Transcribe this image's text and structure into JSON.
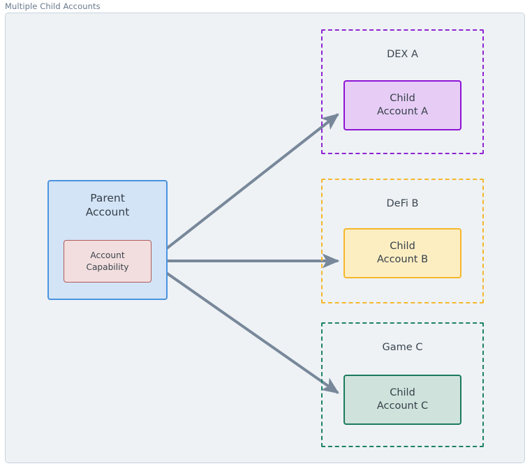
{
  "frame": {
    "title": "Multiple Child Accounts",
    "background": "#eef2f5",
    "border_color": "#c9d4de"
  },
  "nodes": {
    "parent_account": {
      "line1": "Parent",
      "line2": "Account",
      "fill": "#d3e4f7",
      "stroke": "#4a93e0"
    },
    "account_capability": {
      "line1": "Account",
      "line2": "Capability",
      "fill": "#f2dede",
      "stroke": "#b05a5a"
    },
    "child_account_a": {
      "line1": "Child",
      "line2": "Account A",
      "fill": "#e7cdf6",
      "stroke": "#8e14d4"
    },
    "child_account_b": {
      "line1": "Child",
      "line2": "Account B",
      "fill": "#fdeec2",
      "stroke": "#f5b72b"
    },
    "child_account_c": {
      "line1": "Child",
      "line2": "Account C",
      "fill": "#cfe2db",
      "stroke": "#1b7a5d"
    }
  },
  "groups": [
    {
      "id": "dex-a",
      "label": "DEX A",
      "border_color": "#8e24d1",
      "border_style": "dashed"
    },
    {
      "id": "defi-b",
      "label": "DeFi B",
      "border_color": "#f4b82e",
      "border_style": "dashed"
    },
    {
      "id": "game-c",
      "label": "Game C",
      "border_color": "#1d8264",
      "border_style": "dashed"
    }
  ],
  "edges": [
    {
      "id": "edge-capability-to-child-a",
      "from": "account_capability",
      "to": "child_account_a",
      "label": "",
      "color": "#78889a"
    },
    {
      "id": "edge-capability-to-child-b",
      "from": "account_capability",
      "to": "child_account_b",
      "label": "",
      "color": "#78889a"
    },
    {
      "id": "edge-capability-to-child-c",
      "from": "account_capability",
      "to": "child_account_c",
      "label": "",
      "color": "#78889a"
    }
  ],
  "text_color": "#364049"
}
